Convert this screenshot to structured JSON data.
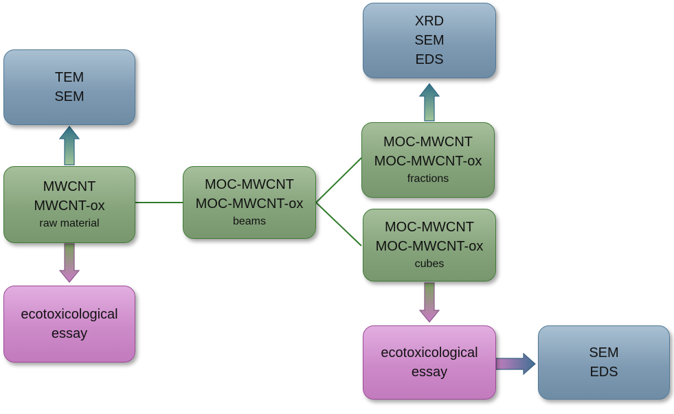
{
  "nodes": {
    "tem_sem": {
      "lines": [
        "TEM",
        "SEM"
      ]
    },
    "raw": {
      "lines": [
        "MWCNT",
        "MWCNT-ox"
      ],
      "sub": "raw material"
    },
    "eco_left": {
      "lines": [
        "ecotoxicological",
        "essay"
      ]
    },
    "beams": {
      "lines": [
        "MOC-MWCNT",
        "MOC-MWCNT-ox"
      ],
      "sub": "beams"
    },
    "xrd_sem_eds": {
      "lines": [
        "XRD",
        "SEM",
        "EDS"
      ]
    },
    "fractions": {
      "lines": [
        "MOC-MWCNT",
        "MOC-MWCNT-ox"
      ],
      "sub": "fractions"
    },
    "cubes": {
      "lines": [
        "MOC-MWCNT",
        "MOC-MWCNT-ox"
      ],
      "sub": "cubes"
    },
    "eco_right": {
      "lines": [
        "ecotoxicological",
        "essay"
      ]
    },
    "sem_eds": {
      "lines": [
        "SEM",
        "EDS"
      ]
    }
  },
  "colors": {
    "analysis_fill": "#7f9bb3",
    "sample_fill": "#86a47c",
    "test_fill": "#cd8ac9",
    "connector_line": "#2f7a2a"
  }
}
